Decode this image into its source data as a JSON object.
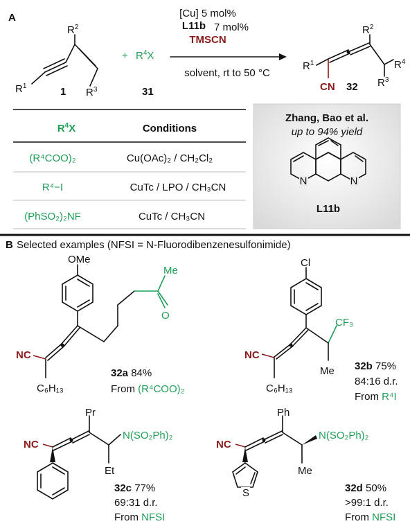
{
  "panel_a": {
    "label": "A",
    "reagents": {
      "cu": "[Cu] 5 mol%",
      "ligand": "L11b",
      "ligand_loading": "7 mol%",
      "tmscn": "TMSCN",
      "conditions": "solvent, rt to 50 °C"
    },
    "plus": "+",
    "sm1_label": "1",
    "sm2_label": "31",
    "product_label": "32",
    "r1": "R",
    "r1_sup": "1",
    "r2": "R",
    "r2_sup": "2",
    "r3": "R",
    "r3_sup": "3",
    "r4": "R",
    "r4_sup": "4",
    "x": "X",
    "cn": "CN",
    "table": {
      "header_reagent_main": "R",
      "header_reagent_sup": "4",
      "header_reagent_tail": "X",
      "header_conditions": "Conditions",
      "rows": [
        {
          "reagent": "(R⁴COO)₂",
          "conditions": "Cu(OAc)₂ / CH₂Cl₂"
        },
        {
          "reagent": "R⁴−I",
          "conditions": "CuTc / LPO / CH₃CN"
        },
        {
          "reagent": "(PhSO₂)₂NF",
          "conditions": "CuTc / CH₃CN"
        }
      ]
    },
    "box": {
      "authors": "Zhang, Bao et al.",
      "yield": "up to 94% yield",
      "ligand_label": "L11b",
      "n_left": "N",
      "n_right": "N"
    }
  },
  "panel_b": {
    "label": "B",
    "title": "Selected examples (NFSI = N-Fluorodibenzenesulfonimide)",
    "examples": [
      {
        "id": "32a",
        "yield": "84%",
        "dr": "",
        "from": "From ",
        "source": "(R⁴COO)₂",
        "subst": "OMe",
        "chain": "C₆H₁₃",
        "extra1": "Me",
        "extra2": "O"
      },
      {
        "id": "32b",
        "yield": "75%",
        "dr": "84:16 d.r.",
        "from": "From ",
        "source": "R⁴I",
        "subst": "Cl",
        "chain": "C₆H₁₃",
        "extra1": "CF₃",
        "extra2": "Me"
      },
      {
        "id": "32c",
        "yield": "77%",
        "dr": "69:31 d.r.",
        "from": "From ",
        "source": "NFSI",
        "subst": "Pr",
        "chain": "",
        "extra1": "N(SO₂Ph)₂",
        "extra2": "Et"
      },
      {
        "id": "32d",
        "yield": "50%",
        "dr": ">99:1 d.r.",
        "from": "From ",
        "source": "NFSI",
        "subst": "Ph",
        "chain": "S",
        "extra1": "N(SO₂Ph)₂",
        "extra2": "Me"
      }
    ],
    "nc": "NC"
  },
  "colors": {
    "green": "#1f9e57",
    "dark_red": "#8b1a1a"
  }
}
